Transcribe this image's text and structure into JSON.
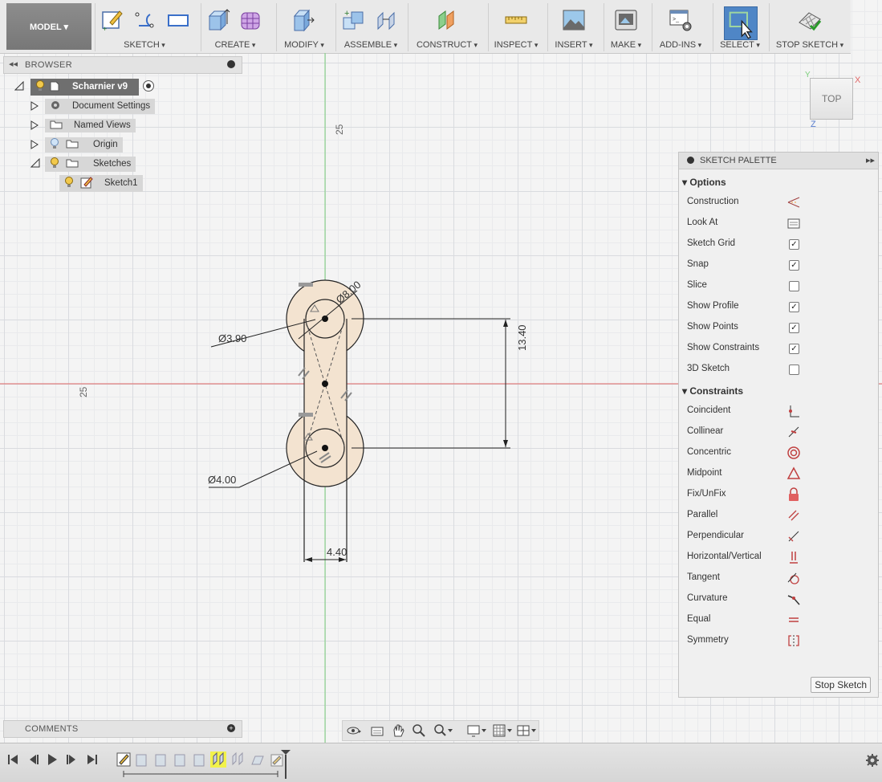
{
  "toolbar": {
    "model_label": "MODEL ▾",
    "groups": [
      {
        "label": "SKETCH"
      },
      {
        "label": "CREATE"
      },
      {
        "label": "MODIFY"
      },
      {
        "label": "ASSEMBLE"
      },
      {
        "label": "CONSTRUCT"
      },
      {
        "label": "INSPECT"
      },
      {
        "label": "INSERT"
      },
      {
        "label": "MAKE"
      },
      {
        "label": "ADD-INS"
      },
      {
        "label": "SELECT"
      },
      {
        "label": "STOP SKETCH"
      }
    ]
  },
  "browser": {
    "title": "BROWSER",
    "root": "Scharnier v9",
    "items": [
      {
        "label": "Document Settings"
      },
      {
        "label": "Named Views"
      },
      {
        "label": "Origin"
      },
      {
        "label": "Sketches"
      },
      {
        "label": "Sketch1"
      }
    ]
  },
  "comments": {
    "title": "COMMENTS"
  },
  "viewcube": {
    "face": "TOP",
    "axis_x": "X",
    "axis_y": "Y",
    "axis_z": "Z"
  },
  "canvas": {
    "axis_label_vertical": "25",
    "axis_label_horizontal": "25",
    "dim_top_diameter": "Ø8.00",
    "dim_hole_diameter": "Ø3.90",
    "dim_bottom_diameter": "Ø4.00",
    "dim_height": "13.40",
    "dim_width": "4.40"
  },
  "palette": {
    "title": "SKETCH PALETTE",
    "options_title": "Options",
    "options": [
      {
        "label": "Construction",
        "icon": "construction-icon"
      },
      {
        "label": "Look At",
        "icon": "look-at-icon"
      },
      {
        "label": "Sketch Grid",
        "checked": true
      },
      {
        "label": "Snap",
        "checked": true
      },
      {
        "label": "Slice",
        "checked": false
      },
      {
        "label": "Show Profile",
        "checked": true
      },
      {
        "label": "Show Points",
        "checked": true
      },
      {
        "label": "Show Constraints",
        "checked": true
      },
      {
        "label": "3D Sketch",
        "checked": false
      }
    ],
    "constraints_title": "Constraints",
    "constraints": [
      {
        "label": "Coincident",
        "icon": "coincident-icon"
      },
      {
        "label": "Collinear",
        "icon": "collinear-icon"
      },
      {
        "label": "Concentric",
        "icon": "concentric-icon"
      },
      {
        "label": "Midpoint",
        "icon": "midpoint-icon"
      },
      {
        "label": "Fix/UnFix",
        "icon": "lock-icon"
      },
      {
        "label": "Parallel",
        "icon": "parallel-icon"
      },
      {
        "label": "Perpendicular",
        "icon": "perpendicular-icon"
      },
      {
        "label": "Horizontal/Vertical",
        "icon": "horizontal-vertical-icon"
      },
      {
        "label": "Tangent",
        "icon": "tangent-icon"
      },
      {
        "label": "Curvature",
        "icon": "curvature-icon"
      },
      {
        "label": "Equal",
        "icon": "equal-icon"
      },
      {
        "label": "Symmetry",
        "icon": "symmetry-icon"
      }
    ],
    "stop_button": "Stop Sketch"
  },
  "colors": {
    "accent": "#4f86c6",
    "axis_red": "#e06666",
    "axis_green": "#7ccf7c",
    "sketch_fill": "#f3e3d0"
  }
}
